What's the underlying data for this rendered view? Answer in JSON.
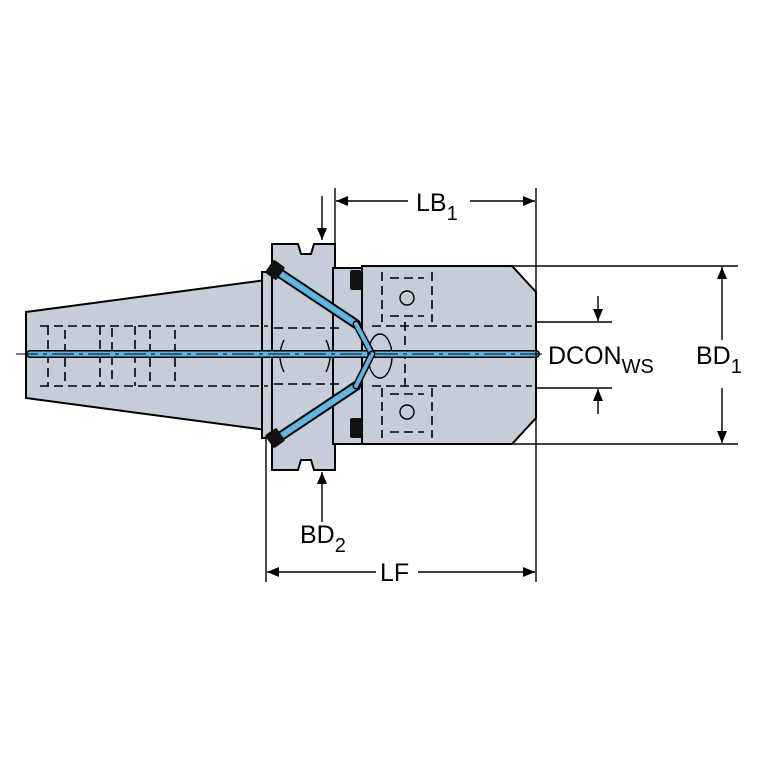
{
  "colors": {
    "body": "#c4cdd8",
    "outline": "#000000",
    "coolant": "#5fb6e2",
    "background": "#ffffff"
  },
  "labels": {
    "lb1": {
      "main": "LB",
      "sub": "1"
    },
    "dcon": {
      "main": "DCON",
      "sub": "WS"
    },
    "bd1": {
      "main": "BD",
      "sub": "1"
    },
    "bd2": {
      "main": "BD",
      "sub": "2"
    },
    "lf": {
      "main": "LF"
    }
  }
}
